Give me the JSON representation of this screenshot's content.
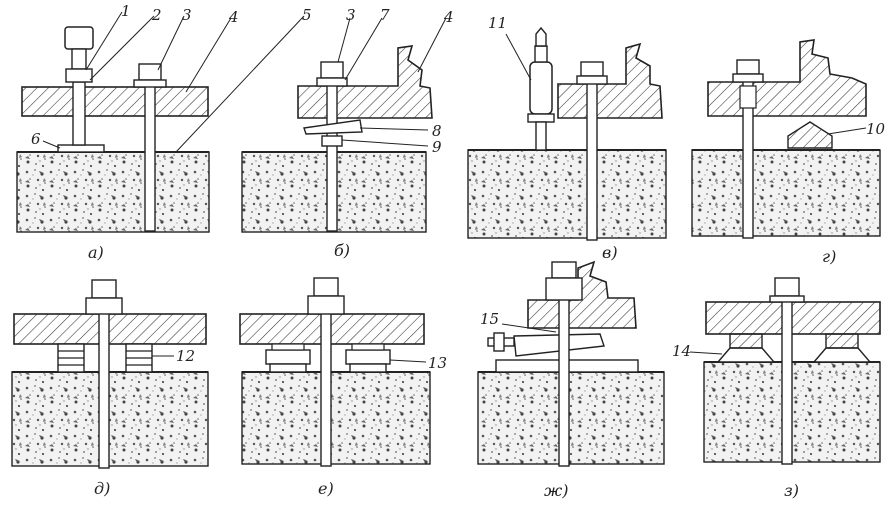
{
  "diagram": {
    "panels": [
      {
        "id": "a",
        "caption": "а)",
        "callouts": [
          "1",
          "2",
          "3",
          "4",
          "5",
          "6"
        ]
      },
      {
        "id": "b",
        "caption": "б)",
        "callouts": [
          "3",
          "7",
          "4",
          "8",
          "9"
        ]
      },
      {
        "id": "v",
        "caption": "в)",
        "callouts": [
          "11"
        ]
      },
      {
        "id": "g",
        "caption": "г)",
        "callouts": [
          "10"
        ]
      },
      {
        "id": "d",
        "caption": "д)",
        "callouts": [
          "12"
        ]
      },
      {
        "id": "e",
        "caption": "е)",
        "callouts": [
          "13"
        ]
      },
      {
        "id": "zh",
        "caption": "ж)",
        "callouts": [
          "15"
        ]
      },
      {
        "id": "z",
        "caption": "з)",
        "callouts": [
          "14"
        ]
      }
    ]
  },
  "colors": {
    "line": "#222222",
    "paper": "#ffffff",
    "concrete": "#9a9a9a"
  }
}
